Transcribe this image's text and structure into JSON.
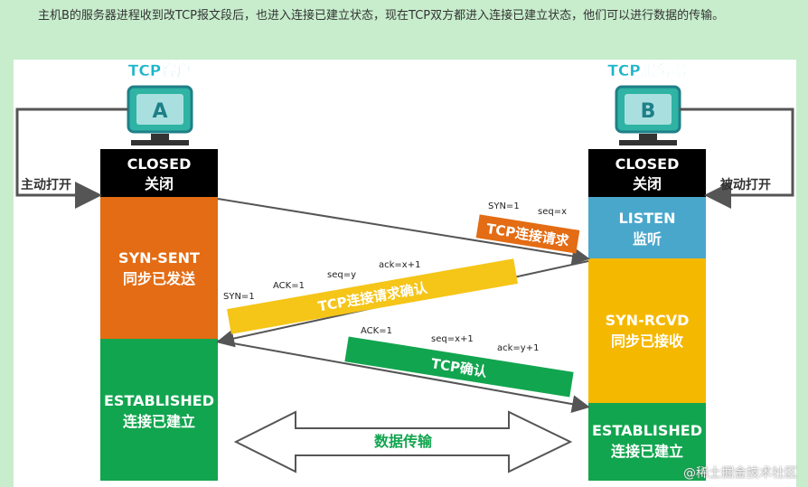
{
  "intro_text": "主机B的服务器进程收到改TCP报文段后，也进入连接已建立状态，现在TCP双方都进入连接已建立状态，他们可以进行数据的传输。",
  "client": {
    "title": "TCP客户",
    "letter": "A",
    "action": "主动打开",
    "states": [
      {
        "name": "CLOSED",
        "cn": "关闭",
        "color": "#000000"
      },
      {
        "name": "SYN-SENT",
        "cn": "同步已发送",
        "color": "#e36c14"
      },
      {
        "name": "ESTABLISHED",
        "cn": "连接已建立",
        "color": "#12a54f"
      }
    ]
  },
  "server": {
    "title": "TCP服务器",
    "letter": "B",
    "action": "被动打开",
    "states": [
      {
        "name": "CLOSED",
        "cn": "关闭",
        "color": "#000000"
      },
      {
        "name": "LISTEN",
        "cn": "监听",
        "color": "#4aa7cc"
      },
      {
        "name": "SYN-RCVD",
        "cn": "同步已接收",
        "color": "#f5b800"
      },
      {
        "name": "ESTABLISHED",
        "cn": "连接已建立",
        "color": "#12a54f"
      }
    ]
  },
  "messages": [
    {
      "label": "TCP连接请求",
      "params": [
        "SYN=1",
        "seq=x"
      ],
      "color": "#e36c14"
    },
    {
      "label": "TCP连接请求确认",
      "params": [
        "SYN=1",
        "ACK=1",
        "seq=y",
        "ack=x+1"
      ],
      "color": "#f5c518"
    },
    {
      "label": "TCP确认",
      "params": [
        "ACK=1",
        "seq=x+1",
        "ack=y+1"
      ],
      "color": "#12a54f"
    }
  ],
  "data_transfer": "数据传输",
  "watermark": "@稀土掘金技术社区",
  "colors": {
    "title_cyan": "#19b4c9",
    "monitor_teal": "#1f8a8f"
  }
}
